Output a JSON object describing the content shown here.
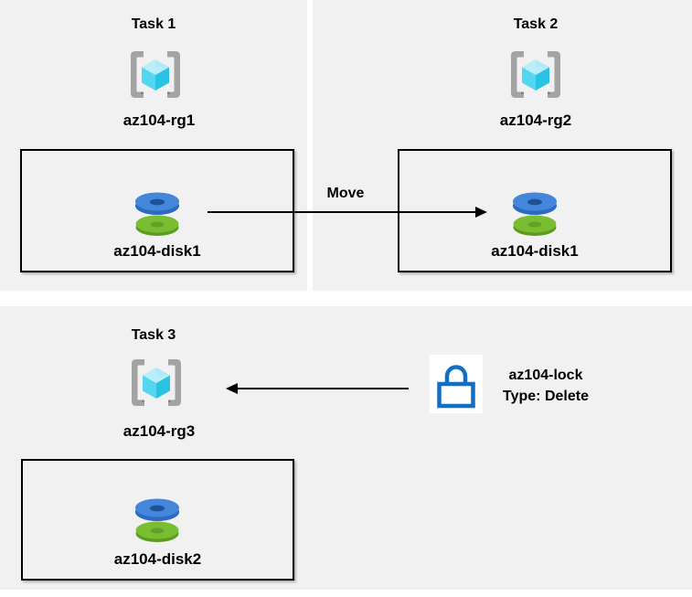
{
  "panels": {
    "task1": {
      "title": "Task 1",
      "resource_group_label": "az104-rg1",
      "disk_label": "az104-disk1"
    },
    "task2": {
      "title": "Task 2",
      "resource_group_label": "az104-rg2",
      "disk_label": "az104-disk1"
    },
    "task3": {
      "title": "Task 3",
      "resource_group_label": "az104-rg3",
      "disk_label": "az104-disk2"
    }
  },
  "move_arrow": {
    "label": "Move"
  },
  "lock": {
    "name": "az104-lock",
    "type_label": "Type: Delete"
  },
  "icons": {
    "resource_group": "resource-group-icon",
    "disk": "disk-icon",
    "lock": "lock-icon"
  },
  "colors": {
    "panel_bg": "#f1f1f2",
    "border_black": "#000000",
    "bracket_gray": "#a3a3a3",
    "cube_top": "#b9eef8",
    "cube_left": "#53d7f0",
    "cube_right": "#29c2e3",
    "disk_blue_top": "#4486da",
    "disk_blue_side": "#2b6ac0",
    "disk_blue_hole": "#1d5298",
    "disk_green_top": "#79bd30",
    "disk_green_side": "#5c9a21",
    "disk_green_hole": "#62a126",
    "lock_blue": "#0f6fc5",
    "arrow_black": "#000000"
  }
}
